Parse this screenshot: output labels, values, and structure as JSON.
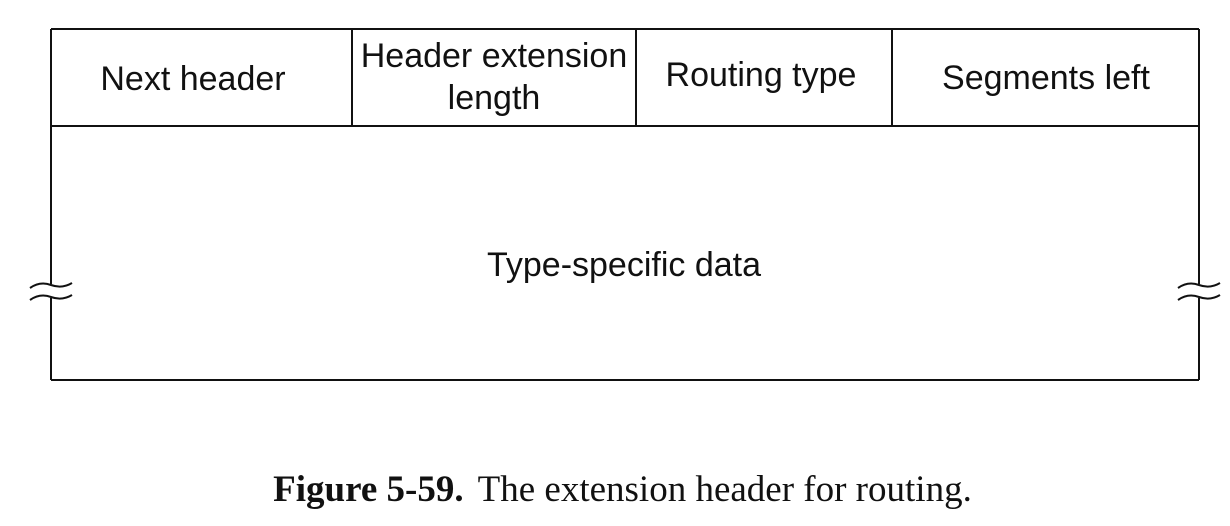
{
  "fields": {
    "next_header": "Next header",
    "hdr_ext_len_line1": "Header extension",
    "hdr_ext_len_line2": "length",
    "routing_type": "Routing type",
    "segments_left": "Segments left",
    "type_specific_data": "Type-specific data"
  },
  "caption": {
    "label": "Figure 5-59.",
    "text": "The extension header for routing."
  }
}
